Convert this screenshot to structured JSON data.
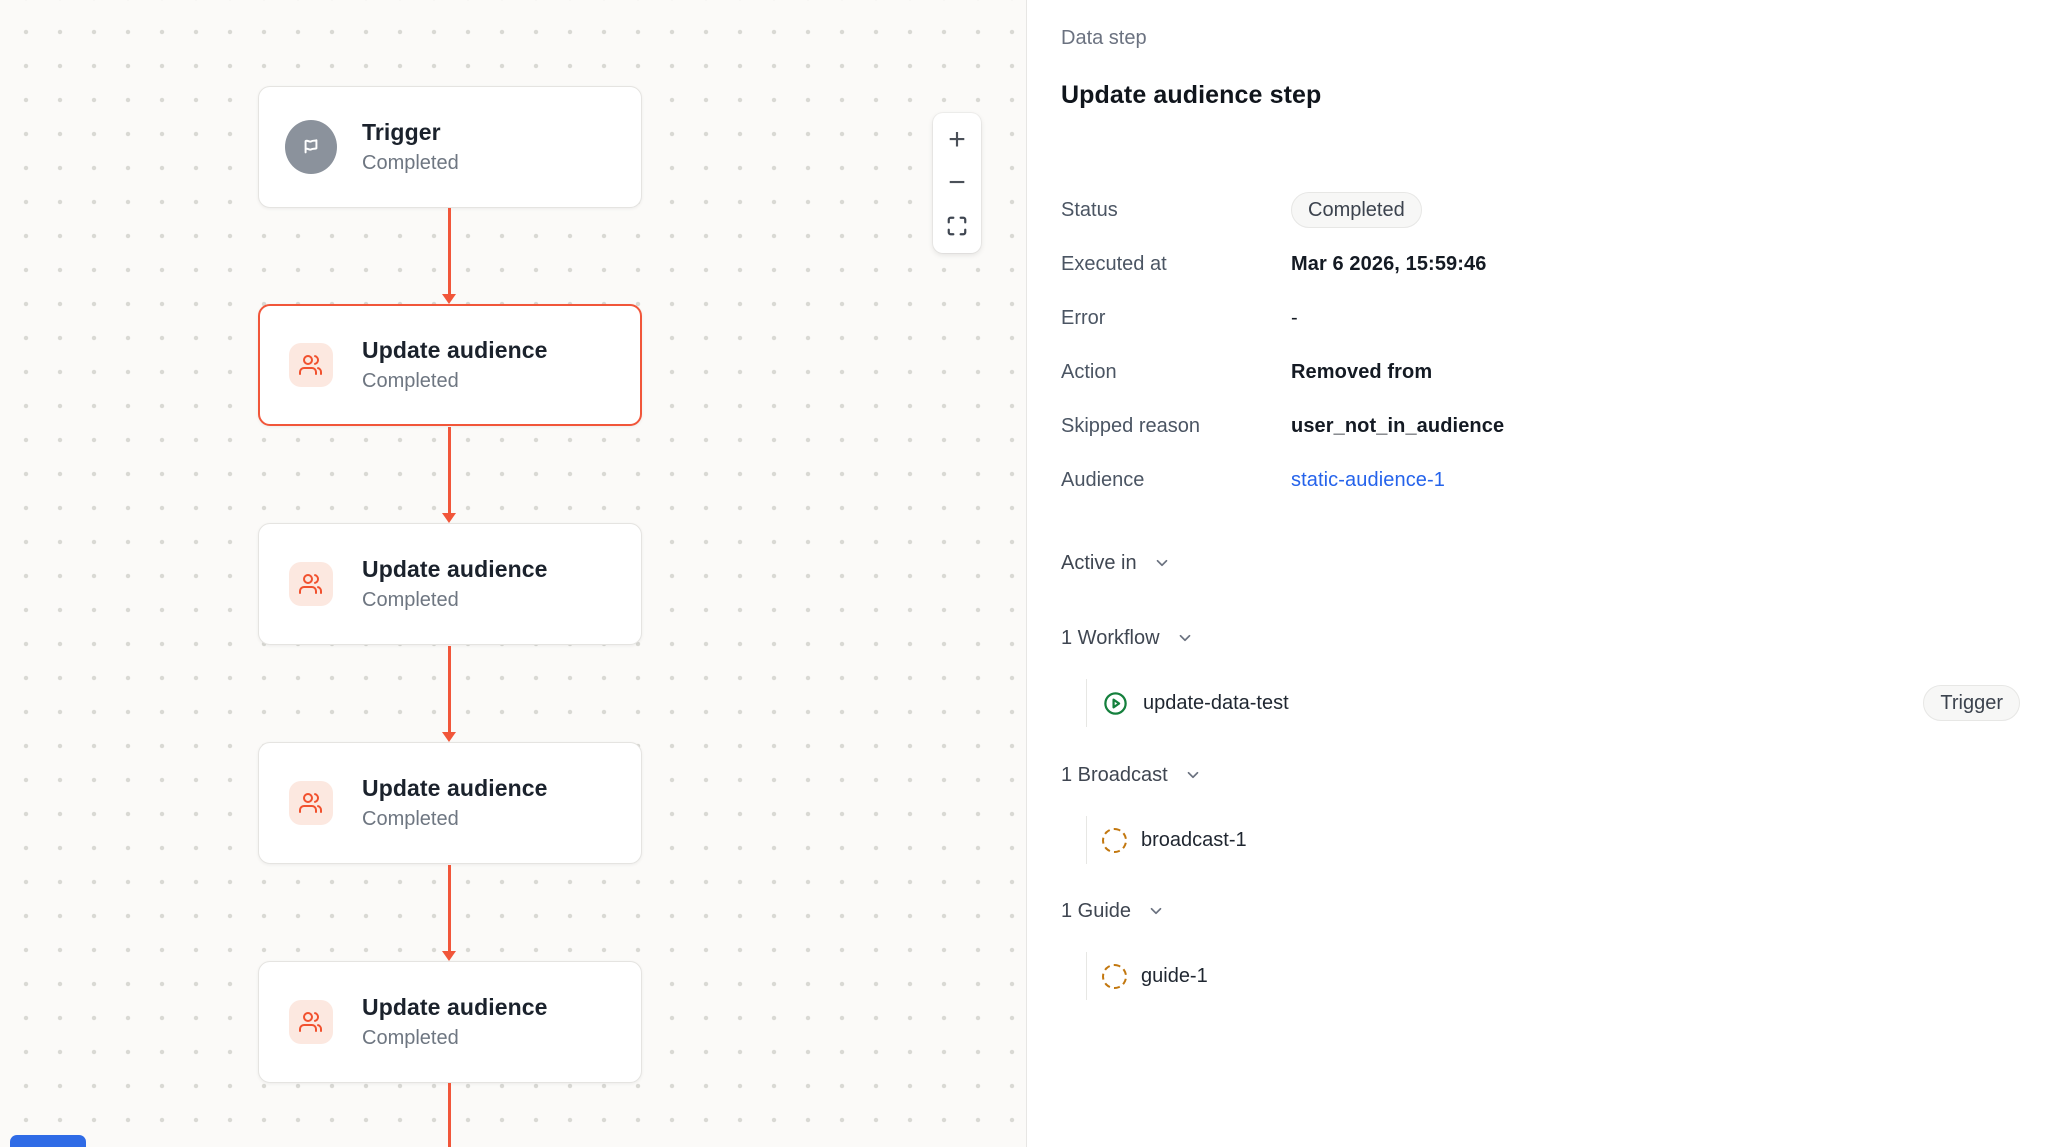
{
  "canvas": {
    "nodes": [
      {
        "title": "Trigger",
        "subtitle": "Completed",
        "icon": "flag-icon"
      },
      {
        "title": "Update audience",
        "subtitle": "Completed",
        "icon": "users-icon",
        "selected": true
      },
      {
        "title": "Update audience",
        "subtitle": "Completed",
        "icon": "users-icon"
      },
      {
        "title": "Update audience",
        "subtitle": "Completed",
        "icon": "users-icon"
      },
      {
        "title": "Update audience",
        "subtitle": "Completed",
        "icon": "users-icon"
      }
    ],
    "controls": {
      "zoom_in": "+",
      "zoom_out": "−",
      "fit_icon": "maximize-icon"
    }
  },
  "panel": {
    "eyebrow": "Data step",
    "title": "Update audience step",
    "fields": [
      {
        "label": "Status",
        "value": "Completed",
        "kind": "badge"
      },
      {
        "label": "Executed at",
        "value": "Mar 6 2026, 15:59:46",
        "kind": "text"
      },
      {
        "label": "Error",
        "value": "-",
        "kind": "plain"
      },
      {
        "label": "Action",
        "value": "Removed from",
        "kind": "text"
      },
      {
        "label": "Skipped reason",
        "value": "user_not_in_audience",
        "kind": "text"
      },
      {
        "label": "Audience",
        "value": "static-audience-1",
        "kind": "link"
      }
    ],
    "active_in": {
      "label": "Active in",
      "groups": [
        {
          "label": "1 Workflow",
          "items": [
            {
              "name": "update-data-test",
              "icon": "play-circle-icon",
              "badge": "Trigger"
            }
          ]
        },
        {
          "label": "1 Broadcast",
          "items": [
            {
              "name": "broadcast-1",
              "icon": "dashed-circle-icon"
            }
          ]
        },
        {
          "label": "1 Guide",
          "items": [
            {
              "name": "guide-1",
              "icon": "dashed-circle-icon"
            }
          ]
        }
      ]
    }
  },
  "colors": {
    "accent": "#f1563a",
    "accent_icon_bg": "#fce8e0",
    "link": "#2563eb",
    "workflow_green": "#15803d",
    "draft_amber": "#c2770e",
    "trigger_gray": "#8b929c"
  }
}
